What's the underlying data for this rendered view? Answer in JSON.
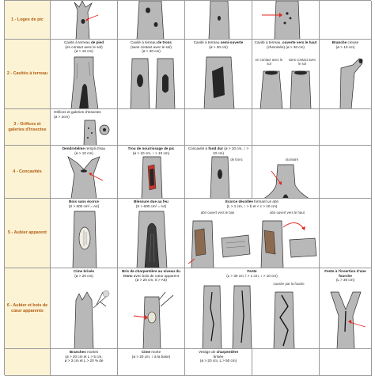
{
  "rows": [
    {
      "id": "r1",
      "label": "1 - Loges de pic"
    },
    {
      "id": "r2",
      "label": "2 - Cavités à terreau"
    },
    {
      "id": "r3",
      "label": "3 - Orifices et galeries d'insectes"
    },
    {
      "id": "r4",
      "label": "4 - Concavités"
    },
    {
      "id": "r5",
      "label": "5 - Aubier apparent"
    },
    {
      "id": "r6",
      "label": "6 - Aubier et bois de cœur apparents"
    }
  ],
  "row2": {
    "c1": {
      "l1": "Cavité à terreau",
      "b1": "de pied",
      "l2": "(en contact avec le sol)",
      "l3": "(ø > 10 cm)"
    },
    "c2": {
      "l1": "Cavité à terreau",
      "b1": "de tronc",
      "l2": "(sans contact avec le sol)",
      "l3": "(ø > 30 cm)"
    },
    "c3": {
      "l1": "Cavité à terreau",
      "b1": "semi-ouverte",
      "l2": "(ø > 30 cm)"
    },
    "c4": {
      "l1": "Cavité à terreau,",
      "b1": "ouverte vers le haut",
      "l2": "(cheminée) (ø > 30 cm)",
      "s1": "en contact avec le sol",
      "s2": "sans contact avec le sol"
    },
    "c5": {
      "b1": "Branche",
      "l1": "creuse",
      "l2": "(ø > 10 cm)"
    }
  },
  "row3": {
    "c1": {
      "l1": "Orifices et galeries d'insectes",
      "l2": "(ø > 2cm)"
    }
  },
  "row4": {
    "c1": {
      "b1": "Dendrotelme",
      "l1": "rempli d'eau",
      "l2": "(ø > 10 cm)"
    },
    "c2": {
      "b1": "Trou de nourrissage de pic",
      "l1": "(ø > 10 cm, ↕ > 10 cm)"
    },
    "c3": {
      "l1": "Concavité à",
      "b1": "fond dur",
      "l2": "(ø > 10 cm, ↕ > 10 cm)",
      "s1": "de tronc",
      "s2": "racinaire"
    }
  },
  "row5": {
    "c1": {
      "b1": "Bois sans écorce",
      "l1": "(S > 600 cm² = A4)"
    },
    "c2": {
      "b1": "Blessure due au feu",
      "l1": "(S > 600 cm² = A4)"
    },
    "c3": {
      "b1": "Ecorce décollée",
      "l1": "formant un abri",
      "l2": "(L > 1 cm, ↕ > b et < c > 10 cm)",
      "s1": "abri ouvert vers le bas",
      "s2": "abri ouvert vers le haut"
    }
  },
  "row6": {
    "c1": {
      "b1": "Cime brisée",
      "l1": "(ø > 20 cm)"
    },
    "c2": {
      "b1": "Bris de charpentière au niveau du tronc",
      "l1": "avec bois de cœur apparent",
      "l2": "(ø > 20 cm, S > A5)"
    },
    "c3": {
      "b1": "Fente",
      "l1": "(L > 30 cm, l > 1 cm, ↕ > 10 cm)",
      "s1": "causée par la foudre"
    },
    "c5": {
      "b1": "Fente à l'insertion d'une fourche",
      "l1": "(L > 30 cm)"
    }
  },
  "row7": {
    "c1": {
      "b1": "Branches",
      "l1": "mortes",
      "l2": "(ø > 20 cm et L > 5 cm,",
      "l3": "ø > 3 cm et L > 20 % de"
    },
    "c2": {
      "b1": "Cime",
      "l1": "morte",
      "l2": "(ø > 20 cm, ↕ à la base)"
    },
    "c3": {
      "l1": "Vestige de",
      "b1": "charpentière",
      "l2": "brisée",
      "l3": "(ø > 20 cm, L > 50 cm)"
    }
  }
}
